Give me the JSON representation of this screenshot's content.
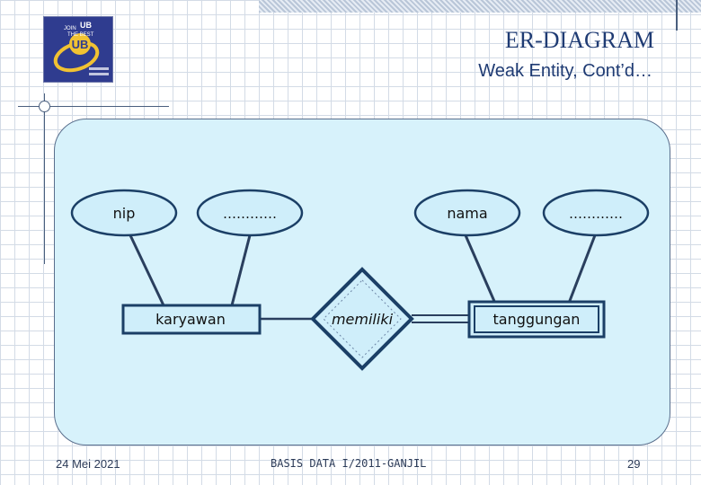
{
  "slide": {
    "title": "ER-DIAGRAM",
    "subtitle": "Weak Entity, Cont’d…"
  },
  "logo": {
    "text_lines": [
      "JOIN",
      "UB",
      "THE BEST"
    ],
    "mark": "UB"
  },
  "diagram": {
    "attributes": [
      {
        "id": "nip",
        "label": "nip"
      },
      {
        "id": "attr-karyawan-2",
        "label": "…………"
      },
      {
        "id": "nama",
        "label": "nama"
      },
      {
        "id": "attr-tanggungan-2",
        "label": "…………"
      }
    ],
    "entities": [
      {
        "id": "karyawan",
        "label": "karyawan",
        "weak": false
      },
      {
        "id": "tanggungan",
        "label": "tanggungan",
        "weak": true
      }
    ],
    "relationships": [
      {
        "id": "memiliki",
        "label": "memiliki",
        "identifying": true
      }
    ]
  },
  "footer": {
    "date": "24 Mei 2021",
    "course": "BASIS DATA I/2011-GANJIL",
    "page": "29"
  },
  "colors": {
    "title": "#1f3b73",
    "panel_fill": "#d7f2fb",
    "shape_fill": "#cfeefa",
    "outline": "#1b3f66"
  }
}
